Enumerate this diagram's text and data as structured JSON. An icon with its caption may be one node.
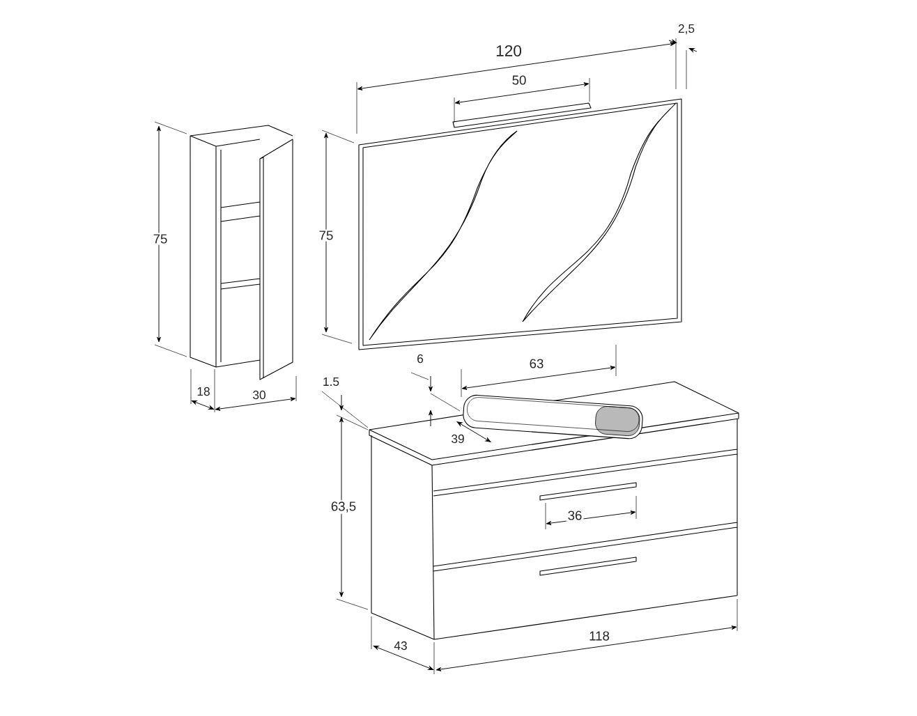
{
  "diagram": {
    "labels": [
      "2,5",
      "120",
      "50",
      "75",
      "75",
      "6",
      "63",
      "1.5",
      "18",
      "30",
      "39",
      "63,5",
      "36",
      "43",
      "118"
    ]
  }
}
